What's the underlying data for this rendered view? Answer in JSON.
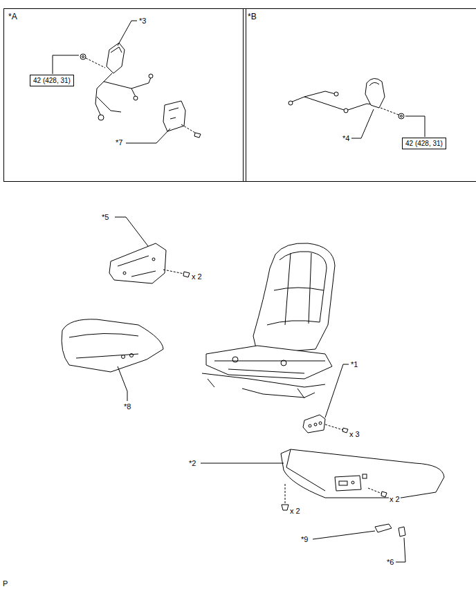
{
  "diagram": {
    "nodes": [
      {
        "text": [
          "*A"
        ]
      },
      {
        "text": [
          "42 (428, 31)"
        ],
        "in": 0
      },
      {
        "text": [
          "*B"
        ]
      },
      {
        "text": [
          "42 (428, 31)"
        ],
        "in": 2
      }
    ],
    "labels": [
      "*3",
      "*4",
      "*7",
      "*5",
      "x 2",
      "*1",
      "*8",
      "x 3",
      "*2",
      "x 2",
      "x 2",
      "*9",
      "*6",
      "P"
    ]
  }
}
